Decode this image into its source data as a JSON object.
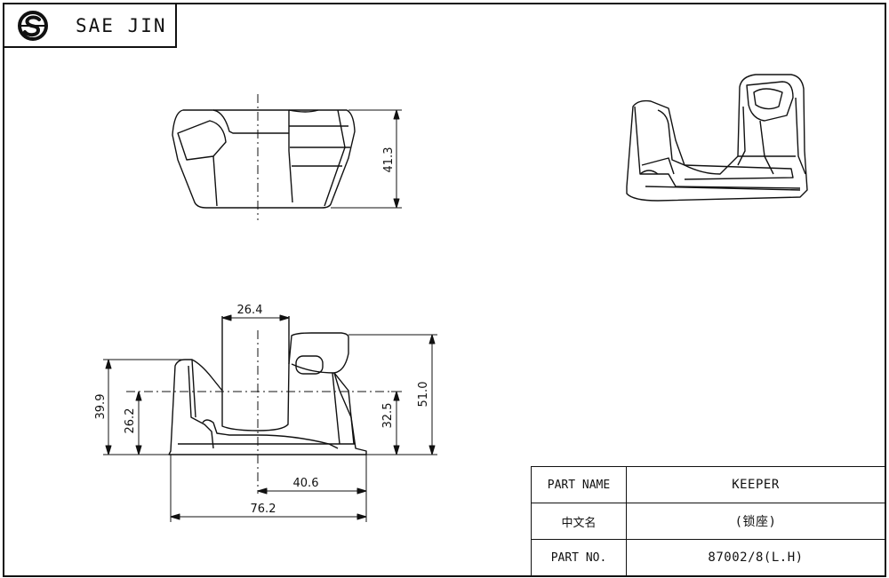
{
  "header": {
    "brand": "SAE JIN"
  },
  "dimensions": {
    "top_height": "41.3",
    "slot_width": "26.4",
    "total_height": "51.0",
    "left_height": "39.9",
    "left_inner_height": "26.2",
    "right_inner_height": "32.5",
    "half_width": "40.6",
    "total_width": "76.2"
  },
  "title_block": {
    "rows": [
      {
        "label": "PART NAME",
        "value": "KEEPER"
      },
      {
        "label": "中文名",
        "value": "(锁座)"
      },
      {
        "label": "PART NO.",
        "value": "87002/8(L.H)"
      }
    ]
  }
}
